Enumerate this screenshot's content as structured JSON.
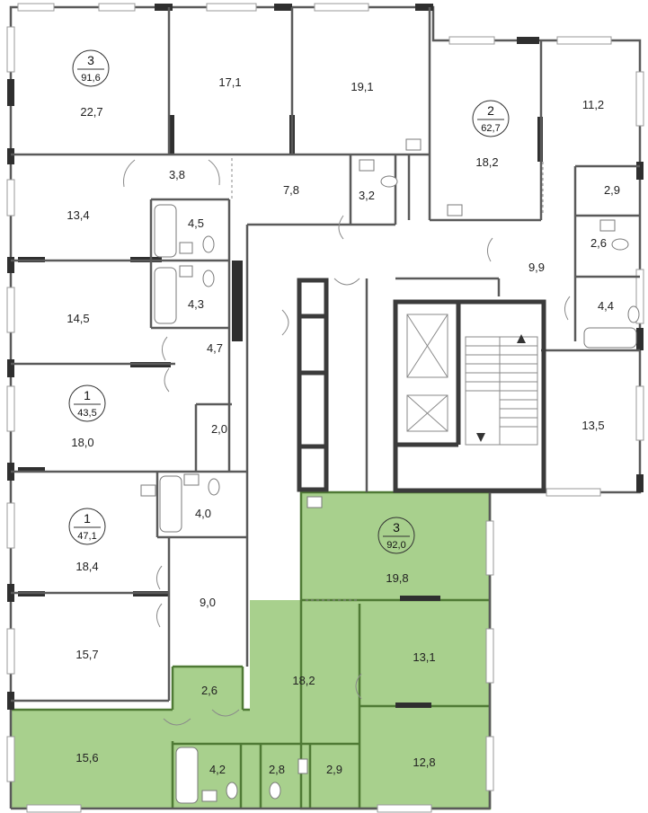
{
  "apartments": [
    {
      "id": "apt-3-top",
      "rooms": "3",
      "area": "91,6"
    },
    {
      "id": "apt-2-right",
      "rooms": "2",
      "area": "62,7"
    },
    {
      "id": "apt-1-mid",
      "rooms": "1",
      "area": "43,5"
    },
    {
      "id": "apt-1-lower",
      "rooms": "1",
      "area": "47,1"
    },
    {
      "id": "apt-3-highlight",
      "rooms": "3",
      "area": "92,0"
    }
  ],
  "rooms": [
    "22,7",
    "17,1",
    "19,1",
    "3,8",
    "7,8",
    "3,2",
    "13,4",
    "4,5",
    "4,3",
    "14,5",
    "4,7",
    "18,0",
    "2,0",
    "4,0",
    "18,4",
    "9,0",
    "15,7",
    "18,2",
    "11,2",
    "2,9",
    "2,6",
    "9,9",
    "4,4",
    "13,5",
    "19,8",
    "18,2",
    "13,1",
    "2,6",
    "15,6",
    "4,2",
    "2,8",
    "2,9",
    "12,8"
  ],
  "colors": {
    "highlight": "#a8d08d",
    "highlight_wall": "#4f7a35",
    "wall": "#5a5a5a",
    "pillar": "#2f2f2f"
  },
  "icons": [
    "bathtub-icon",
    "toilet-icon",
    "sink-icon",
    "elevator-icon",
    "stairs-icon"
  ]
}
